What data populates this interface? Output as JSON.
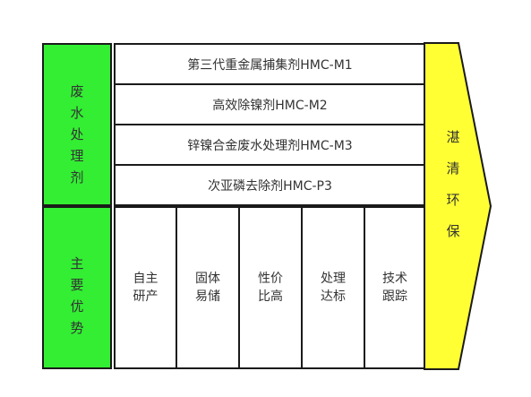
{
  "left": {
    "top_label": [
      "废",
      "水",
      "处",
      "理",
      "剂"
    ],
    "bottom_label": [
      "主",
      "要",
      "优",
      "势"
    ]
  },
  "products": [
    "第三代重金属捕集剂HMC-M1",
    "高效除镍剂HMC-M2",
    "锌镍合金废水处理剂HMC-M3",
    "次亚磷去除剂HMC-P3"
  ],
  "advantages": [
    [
      "自主",
      "研产"
    ],
    [
      "固体",
      "易储"
    ],
    [
      "性价",
      "比高"
    ],
    [
      "处理",
      "达标"
    ],
    [
      "技术",
      "跟踪"
    ]
  ],
  "arrow": {
    "label": [
      "湛",
      "清",
      "环",
      "保"
    ]
  },
  "colors": {
    "green": "#33ee33",
    "yellow": "#ffff33",
    "border": "#1a1a1a"
  }
}
